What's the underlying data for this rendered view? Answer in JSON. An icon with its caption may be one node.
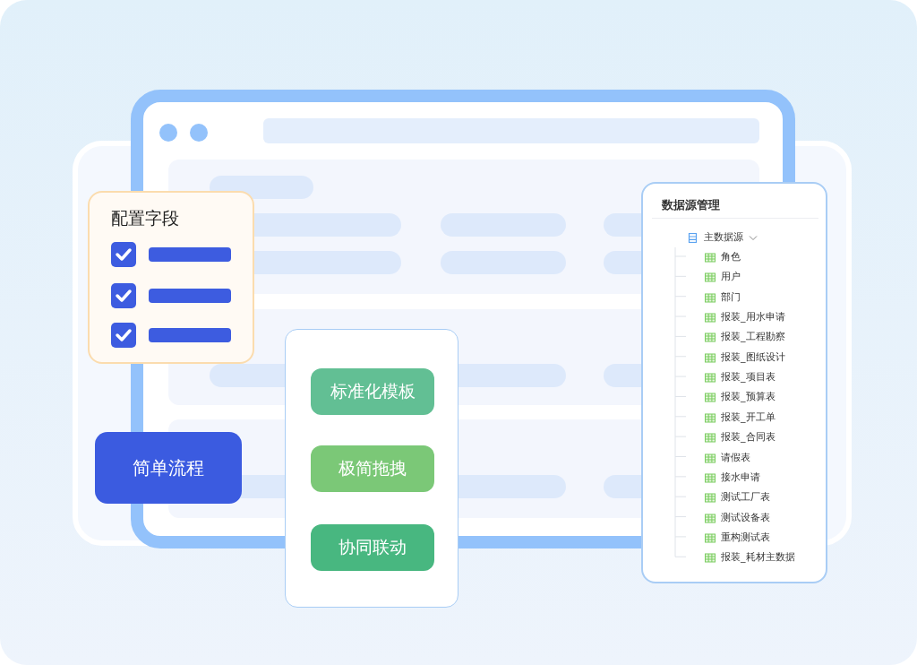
{
  "diagram": {
    "nodes": [
      {
        "text": [
          "配置字段"
        ]
      },
      {
        "text": [
          "简单流程"
        ]
      },
      {
        "text": [],
        "shape": "box"
      },
      {
        "text": [
          "标准化模板"
        ],
        "in": 2
      },
      {
        "text": [
          "极简拖拽"
        ],
        "in": 2
      },
      {
        "text": [
          "协同联动"
        ],
        "in": 2
      },
      {
        "text": [
          "数据源管理"
        ]
      }
    ],
    "labels": [
      "主数据源",
      "角色",
      "用户",
      "部门",
      "报装_用水申请",
      "报装_工程勘察",
      "报装_图纸设计",
      "报装_项目表",
      "报装_预算表",
      "报装_开工单",
      "报装_合同表",
      "请假表",
      "接水申请",
      "测试工厂表",
      "测试设备表",
      "重构测试表",
      "报装_耗材主数据"
    ]
  }
}
